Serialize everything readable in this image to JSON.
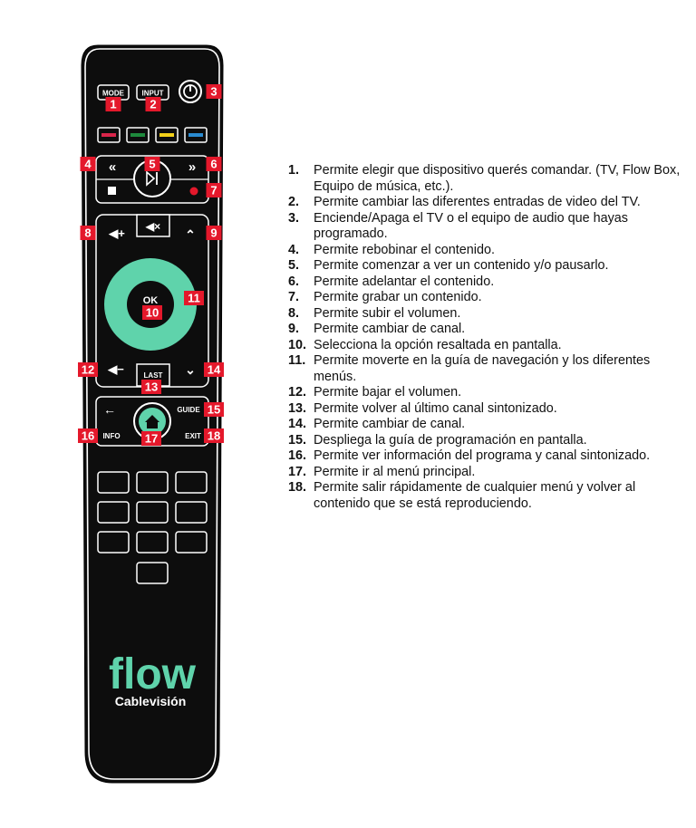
{
  "colors": {
    "remote_body": "#0d0d0d",
    "remote_outline": "#ffffff",
    "callout": "#e4182b",
    "wheel": "#5fd3ab",
    "red_key": "#d9254a",
    "green_key": "#1e8a3c",
    "yellow_key": "#f2d019",
    "blue_key": "#2a8bd1",
    "record_dot": "#e4182b",
    "brand": "#5fd3ab"
  },
  "buttons": {
    "mode": "MODE",
    "input": "INPUT",
    "ok": "OK",
    "last": "LAST",
    "guide": "GUIDE",
    "info": "INFO",
    "exit": "EXIT"
  },
  "brand": {
    "logo": "flow",
    "sub": "Cablevisión"
  },
  "callouts": [
    "1",
    "2",
    "3",
    "4",
    "5",
    "6",
    "7",
    "8",
    "9",
    "10",
    "11",
    "12",
    "13",
    "14",
    "15",
    "16",
    "17",
    "18"
  ],
  "legend": [
    {
      "num": "1.",
      "text": "Permite elegir que dispositivo querés comandar. (TV, Flow Box, Equipo de música, etc.)."
    },
    {
      "num": "2.",
      "text": "Permite cambiar las diferentes entradas de video del TV."
    },
    {
      "num": "3.",
      "text": "Enciende/Apaga el TV o el equipo de audio que hayas programado."
    },
    {
      "num": "4.",
      "text": "Permite rebobinar el contenido."
    },
    {
      "num": "5.",
      "text": "Permite comenzar a ver un contenido y/o pausarlo."
    },
    {
      "num": "6.",
      "text": "Permite adelantar el contenido."
    },
    {
      "num": "7.",
      "text": "Permite grabar un contenido."
    },
    {
      "num": "8.",
      "text": "Permite subir el volumen."
    },
    {
      "num": "9.",
      "text": "Permite cambiar de canal."
    },
    {
      "num": "10.",
      "text": "Selecciona la opción resaltada en pantalla."
    },
    {
      "num": "11.",
      "text": "Permite moverte en la guía de navegación y los diferentes menús."
    },
    {
      "num": "12.",
      "text": "Permite bajar el volumen."
    },
    {
      "num": "13.",
      "text": "Permite volver al último canal sintonizado."
    },
    {
      "num": "14.",
      "text": "Permite cambiar de canal."
    },
    {
      "num": "15.",
      "text": "Despliega la guía de programación en pantalla."
    },
    {
      "num": "16.",
      "text": "Permite ver información del programa y canal sintonizado."
    },
    {
      "num": "17.",
      "text": "Permite ir al menú principal."
    },
    {
      "num": "18.",
      "text": "Permite salir rápidamente de cualquier menú y volver al contenido que se está reproduciendo."
    }
  ]
}
